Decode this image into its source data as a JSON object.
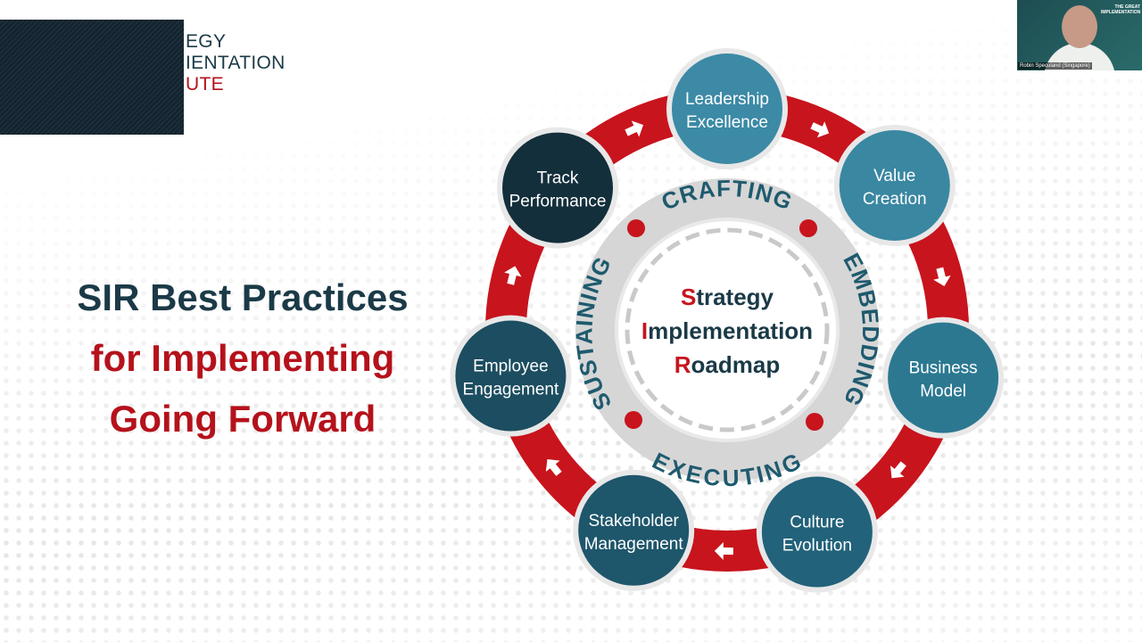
{
  "logo": {
    "line1": "EGY",
    "line2": "IENTATION",
    "line3": "UTE"
  },
  "slide_title": {
    "line1": "SIR Best Practices",
    "line2": "for Implementing",
    "line3": "Going Forward"
  },
  "center": {
    "s": "S",
    "trategy": "trategy",
    "i": "I",
    "mplementation": "mplementation",
    "r": "R",
    "oadmap": "oadmap"
  },
  "phases": {
    "top": "CRAFTING",
    "right": "EMBEDDING",
    "bottom": "EXECUTING",
    "left": "SUSTAINING"
  },
  "nodes": [
    {
      "l1": "Leadership",
      "l2": "Excellence",
      "color": "#3c8aa6"
    },
    {
      "l1": "Value",
      "l2": "Creation",
      "color": "#3a87a2"
    },
    {
      "l1": "Business",
      "l2": "Model",
      "color": "#2c7891"
    },
    {
      "l1": "Culture",
      "l2": "Evolution",
      "color": "#22627a"
    },
    {
      "l1": "Stakeholder",
      "l2": "Management",
      "color": "#1e566b"
    },
    {
      "l1": "Employee",
      "l2": "Engagement",
      "color": "#1c4d60"
    },
    {
      "l1": "Track",
      "l2": "Performance",
      "color": "#142f3c"
    }
  ],
  "colors": {
    "red": "#c8141d",
    "navy": "#1b3a47"
  },
  "video": {
    "participant": "Robin Speculand (Singapore)",
    "brand": "THE GREAT IMPLEMENTATION"
  }
}
